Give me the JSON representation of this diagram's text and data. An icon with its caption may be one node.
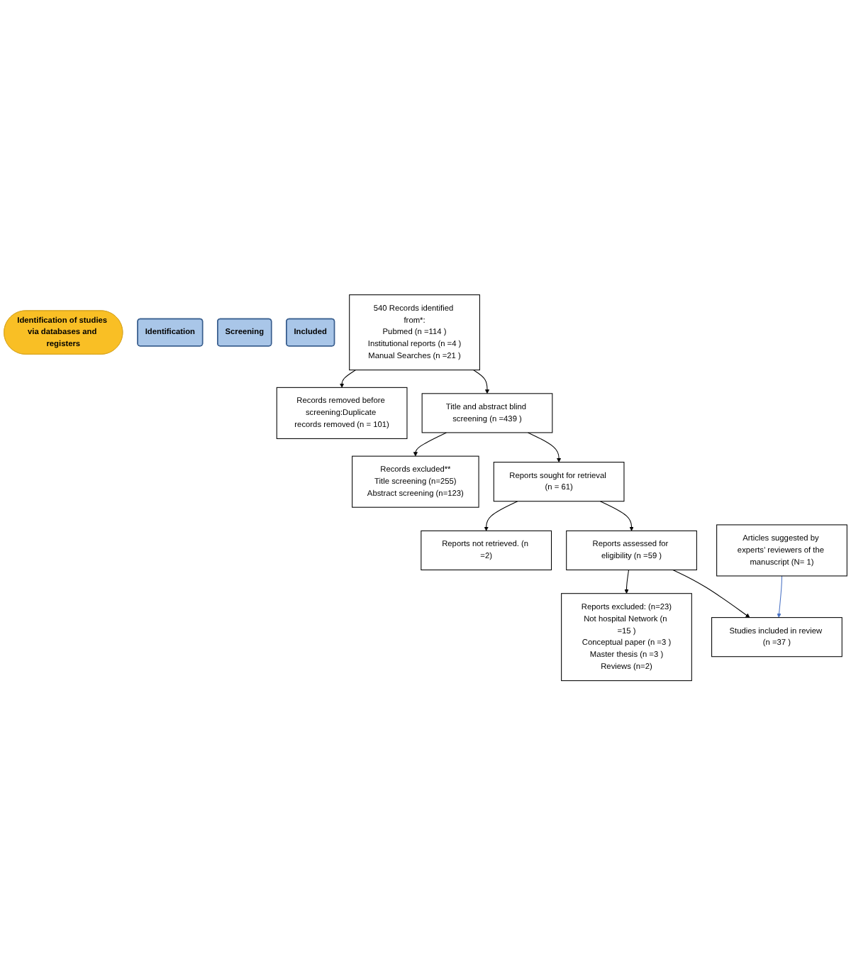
{
  "diagram": {
    "nodes": [
      {
        "text": [
          "Identification of studies via databases and registers"
        ]
      },
      {
        "text": [
          "Identification"
        ]
      },
      {
        "text": [
          "Screening"
        ]
      },
      {
        "text": [
          "Included"
        ]
      },
      {
        "text": [
          "540 Records identified from*:",
          "Pubmed (n =114 )",
          "Institutional reports (n =4 )",
          "Manual Searches (n =21 )"
        ]
      },
      {
        "text": [
          "Records removed before screening:Duplicate records removed (n = 101)"
        ]
      },
      {
        "text": [
          "Title and abstract blind screening (n =439 )"
        ]
      },
      {
        "text": [
          "Records excluded**",
          "Title screening (n=255)",
          "Abstract screening (n=123)"
        ]
      },
      {
        "text": [
          "Reports sought for retrieval (n = 61)"
        ]
      },
      {
        "text": [
          "Reports not retrieved. (n =2)"
        ]
      },
      {
        "text": [
          "Reports assessed for eligibility (n =59 )"
        ]
      },
      {
        "text": [
          "Reports excluded: (n=23)",
          "Not hospital Network (n =15 )",
          "Conceptual paper (n =3 )",
          "Master thesis (n =3 )",
          "Reviews (n=2)"
        ]
      },
      {
        "text": [
          "Studies included in review (n =37 )"
        ]
      },
      {
        "text": [
          "Articles suggested by experts’ reviewers of the manuscript (N= 1)"
        ]
      }
    ],
    "edges": [
      {
        "from": 4,
        "to": 5,
        "arrow": "to"
      },
      {
        "from": 4,
        "to": 6,
        "arrow": "to"
      },
      {
        "from": 6,
        "to": 7,
        "arrow": "to"
      },
      {
        "from": 6,
        "to": 8,
        "arrow": "to"
      },
      {
        "from": 8,
        "to": 9,
        "arrow": "to"
      },
      {
        "from": 8,
        "to": 10,
        "arrow": "to"
      },
      {
        "from": 10,
        "to": 11,
        "arrow": "to"
      },
      {
        "from": 10,
        "to": 12,
        "arrow": "to"
      },
      {
        "from": 13,
        "to": 12,
        "arrow": "to",
        "color": "#4a72c4"
      }
    ]
  }
}
